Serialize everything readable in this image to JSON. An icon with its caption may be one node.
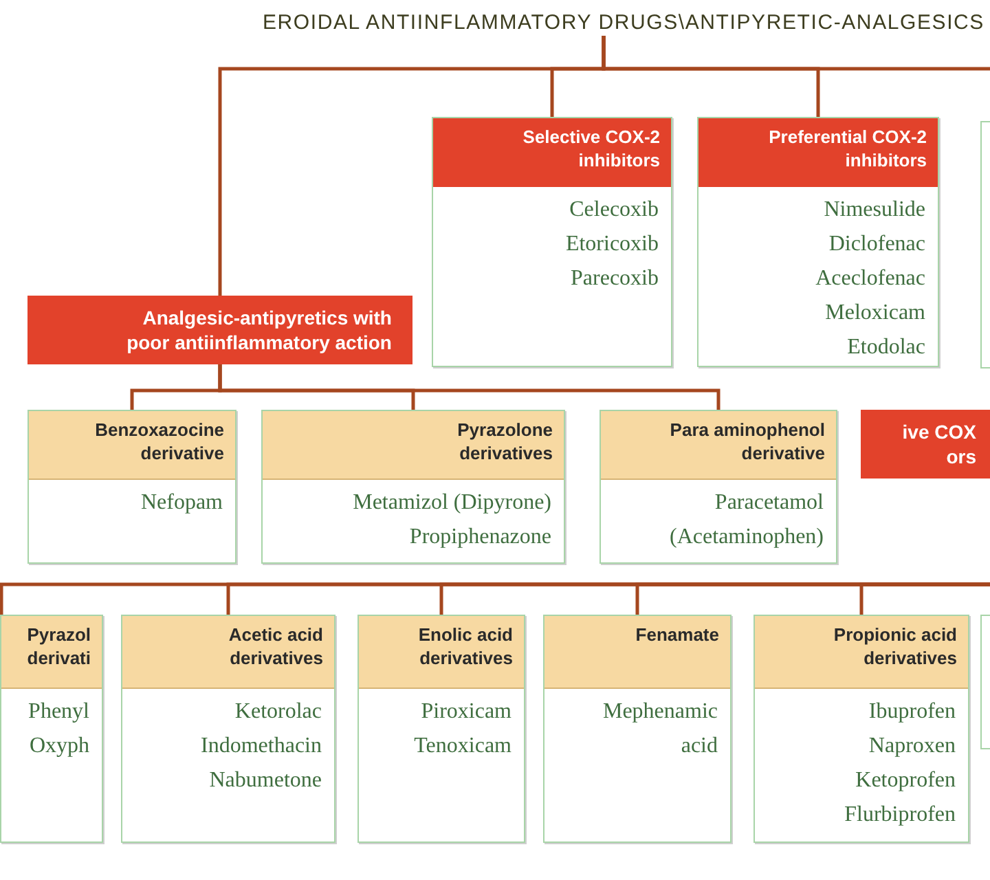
{
  "diagram": {
    "nodes": [
      {
        "text": [
          "EROIDAL ANTIINFLAMMATORY DRUGS\\ANTIPYRETIC-ANALGESICS"
        ]
      },
      {
        "text": [
          "Selective COX-2 inhibitors",
          "Celecoxib",
          "Etoricoxib",
          "Parecoxib"
        ]
      },
      {
        "text": [
          "Preferential COX-2 inhibitors",
          "Nimesulide",
          "Diclofenac",
          "Aceclofenac",
          "Meloxicam",
          "Etodolac"
        ]
      },
      {
        "text": [],
        "shape": "box"
      },
      {
        "text": [
          "Analgesic-antipyretics with poor antiinflammatory action"
        ]
      },
      {
        "text": [
          "Benzoxazocine derivative",
          "Nefopam"
        ]
      },
      {
        "text": [
          "Pyrazolone derivatives",
          "Metamizol (Dipyrone)",
          "Propiphenazone"
        ]
      },
      {
        "text": [
          "Para aminophenol derivative",
          "Paracetamol (Acetaminophen)"
        ]
      },
      {
        "text": [
          "ive COX ors"
        ]
      },
      {
        "text": [
          "Pyrazol derivati",
          "Phenyl",
          "Oxyph"
        ]
      },
      {
        "text": [
          "Acetic acid derivatives",
          "Ketorolac",
          "Indomethacin",
          "Nabumetone"
        ]
      },
      {
        "text": [
          "Enolic acid derivatives",
          "Piroxicam",
          "Tenoxicam"
        ]
      },
      {
        "text": [
          "Fenamate",
          "Mephenamic acid"
        ]
      },
      {
        "text": [
          "Propionic acid derivatives",
          "Ibuprofen",
          "Naproxen",
          "Ketoprofen",
          "Flurbiprofen"
        ]
      },
      {
        "text": [],
        "shape": "box"
      }
    ],
    "edges": [
      {
        "from": 0,
        "to": 1,
        "arrow": "none"
      },
      {
        "from": 0,
        "to": 2,
        "arrow": "none"
      },
      {
        "from": 0,
        "to": 4,
        "arrow": "none"
      },
      {
        "from": 0,
        "to": null,
        "arrow": "none"
      },
      {
        "from": 4,
        "to": 5,
        "arrow": "none"
      },
      {
        "from": 4,
        "to": 6,
        "arrow": "none"
      },
      {
        "from": 4,
        "to": 7,
        "arrow": "none"
      },
      {
        "from": null,
        "to": 9,
        "arrow": "none"
      },
      {
        "from": null,
        "to": 10,
        "arrow": "none"
      },
      {
        "from": null,
        "to": 11,
        "arrow": "none"
      },
      {
        "from": null,
        "to": 12,
        "arrow": "none"
      },
      {
        "from": null,
        "to": 13,
        "arrow": "none"
      }
    ]
  }
}
